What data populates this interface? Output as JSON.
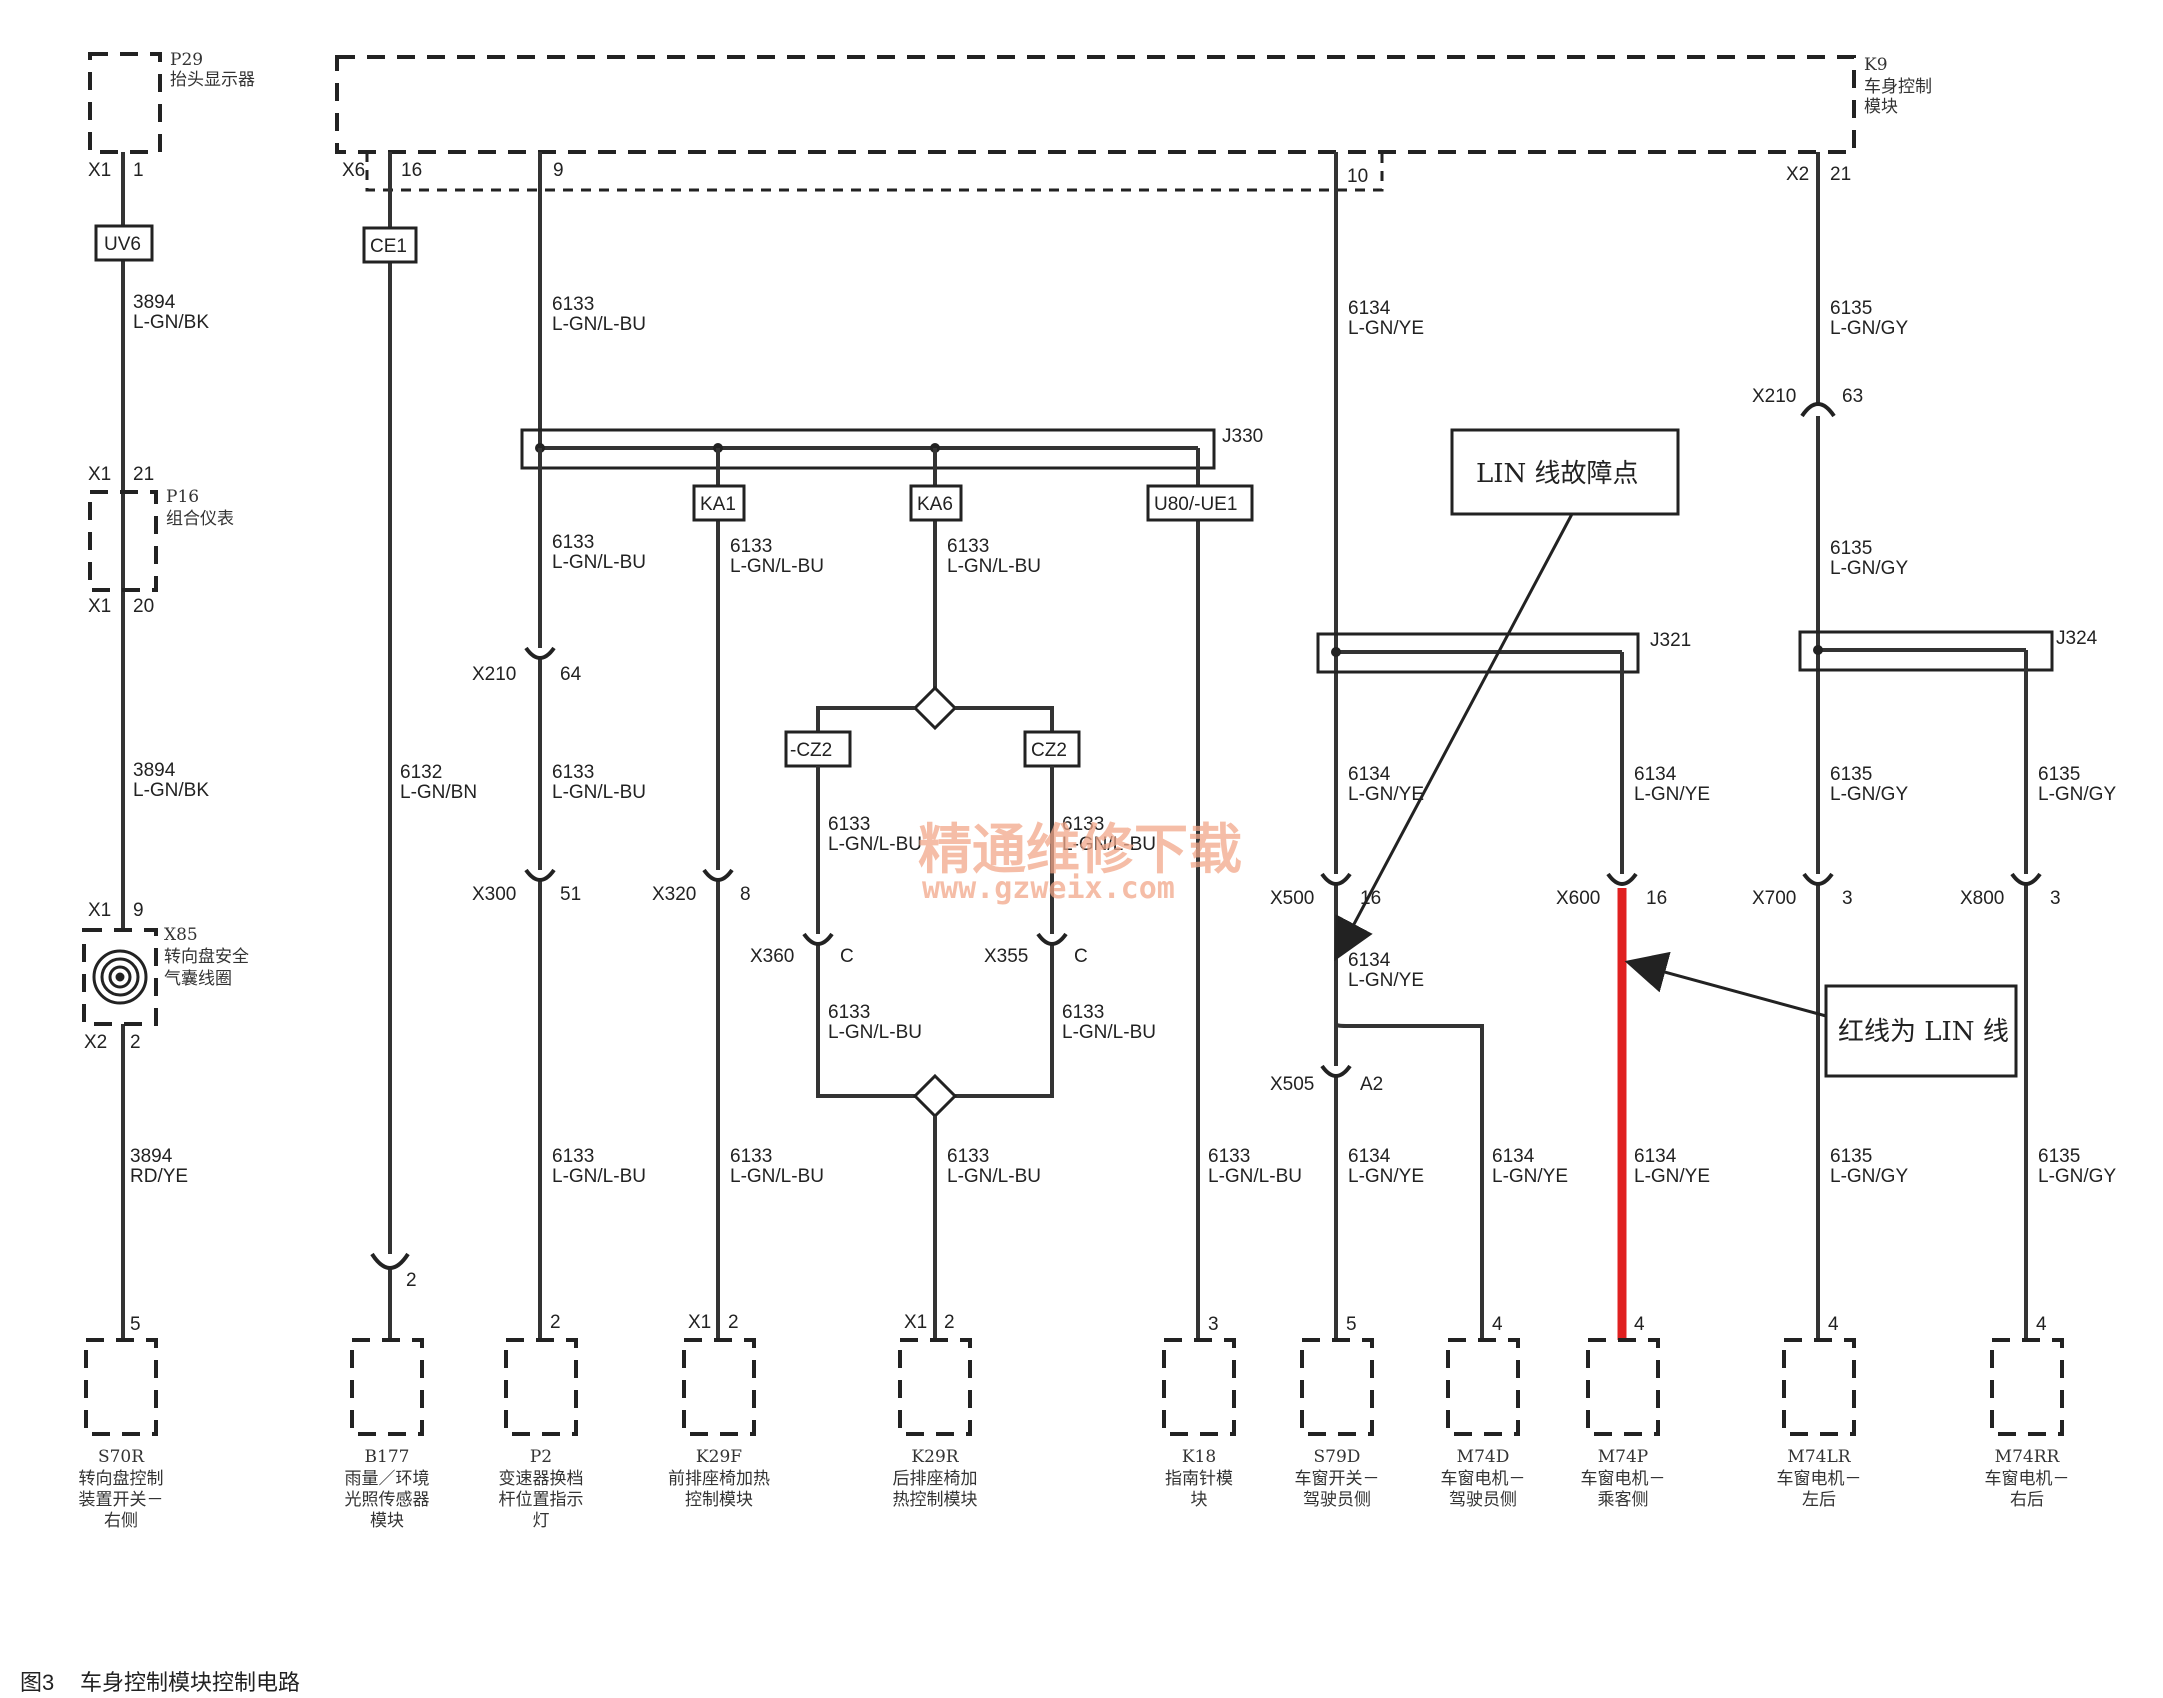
{
  "modules": {
    "p29": {
      "code": "P29",
      "name": "抬头显示器"
    },
    "k9": {
      "code": "K9",
      "name_line1": "车身控制",
      "name_line2": "模块"
    },
    "p16": {
      "code": "P16",
      "name": "组合仪表"
    },
    "x85": {
      "code": "X85",
      "name_line1": "转向盘安全",
      "name_line2": "气囊线圈"
    }
  },
  "connectors": {
    "x1": "X1",
    "x2": "X2",
    "x6": "X6",
    "x210": "X210",
    "x300": "X300",
    "x320": "X320",
    "x360": "X360",
    "x355": "X355",
    "x500": "X500",
    "x505": "X505",
    "x600": "X600",
    "x700": "X700",
    "x800": "X800"
  },
  "pins": {
    "p1": "1",
    "p2": "2",
    "p3": "3",
    "p4": "4",
    "p5": "5",
    "p8": "8",
    "p9": "9",
    "p10": "10",
    "p16": "16",
    "p20": "20",
    "p21": "21",
    "p51": "51",
    "p63": "63",
    "p64": "64",
    "pC": "C",
    "pA2": "A2"
  },
  "boxes": {
    "uv6": "UV6",
    "ce1": "CE1",
    "ka1": "KA1",
    "ka6": "KA6",
    "u80": "U80/-UE1",
    "cz2n": "-CZ2",
    "cz2": "CZ2"
  },
  "junctions": {
    "j330": "J330",
    "j321": "J321",
    "j324": "J324"
  },
  "wires": {
    "w3894": "3894",
    "w6132": "6132",
    "w6133": "6133",
    "w6134": "6134",
    "w6135": "6135",
    "c_gnbk": "L-GN/BK",
    "c_rdye": "RD/YE",
    "c_gnbn": "L-GN/BN",
    "c_gnbu": "L-GN/L-BU",
    "c_gnye": "L-GN/YE",
    "c_gngy": "L-GN/GY"
  },
  "components": [
    {
      "code": "S70R",
      "lines": [
        "转向盘控制",
        "装置开关－",
        "右侧"
      ]
    },
    {
      "code": "B177",
      "lines": [
        "雨量／环境",
        "光照传感器",
        "模块"
      ]
    },
    {
      "code": "P2",
      "lines": [
        "变速器换档",
        "杆位置指示",
        "灯"
      ]
    },
    {
      "code": "K29F",
      "lines": [
        "前排座椅加热",
        "控制模块"
      ]
    },
    {
      "code": "K29R",
      "lines": [
        "后排座椅加",
        "热控制模块"
      ]
    },
    {
      "code": "K18",
      "lines": [
        "指南针模",
        "块"
      ]
    },
    {
      "code": "S79D",
      "lines": [
        "车窗开关－",
        "驾驶员侧"
      ]
    },
    {
      "code": "M74D",
      "lines": [
        "车窗电机－",
        "驾驶员侧"
      ]
    },
    {
      "code": "M74P",
      "lines": [
        "车窗电机－",
        "乘客侧"
      ]
    },
    {
      "code": "M74LR",
      "lines": [
        "车窗电机－",
        "左后"
      ]
    },
    {
      "code": "M74RR",
      "lines": [
        "车窗电机－",
        "右后"
      ]
    }
  ],
  "callouts": {
    "fault": "LIN 线故障点",
    "red_line": "红线为 LIN 线"
  },
  "watermark": {
    "text": "精通维修下载",
    "url": "www.gzweix.com"
  },
  "caption": {
    "figure": "图3",
    "title": "车身控制模块控制电路"
  },
  "colors": {
    "wire": "#333333",
    "lin_highlight": "#e02020",
    "watermark": "#f2a88a"
  }
}
